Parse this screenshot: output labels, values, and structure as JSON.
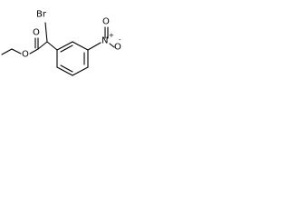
{
  "structure": {
    "atoms": {
      "bromine": "Br",
      "carbonyl_oxygen": "O",
      "ester_oxygen": "O",
      "nitrogen": "N",
      "nitro_oxygen_top": "O",
      "nitro_oxygen_bottom": "O",
      "nitrogen_charge": "+",
      "nitro_oxygen_charge": "-"
    }
  }
}
